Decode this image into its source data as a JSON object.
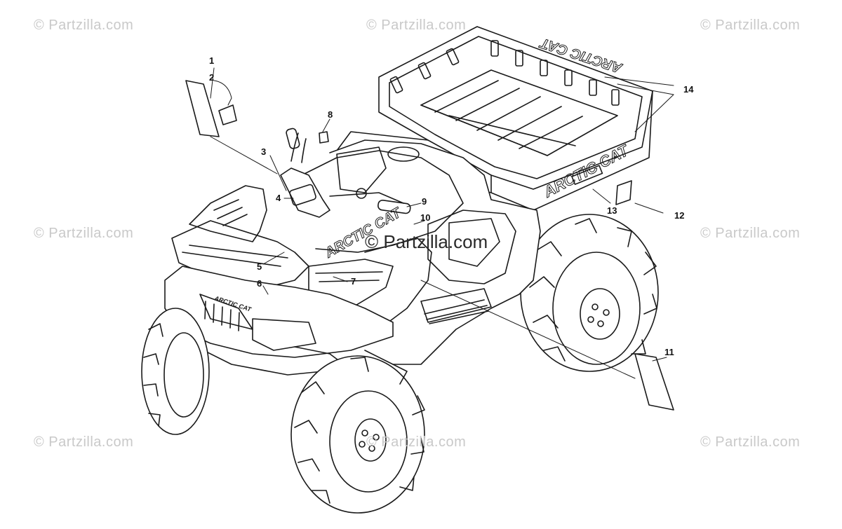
{
  "watermarks": {
    "top_left": "© Partzilla.com",
    "top_center": "© Partzilla.com",
    "top_right": "© Partzilla.com",
    "mid_left": "© Partzilla.com",
    "mid_right": "© Partzilla.com",
    "bottom_left": "© Partzilla.com",
    "bottom_center": "© Partzilla.com",
    "bottom_right": "© Partzilla.com",
    "center": "© Partzilla.com"
  },
  "decals": {
    "cargo_box_rear": "ARCTIC CAT",
    "cargo_box_side": "ARCTIC CAT",
    "tank_side": "ARCTIC CAT",
    "grille_badge": "ARCTIC CAT"
  },
  "callouts": [
    "1",
    "2",
    "3",
    "4",
    "5",
    "6",
    "7",
    "8",
    "9",
    "10",
    "11",
    "12",
    "13",
    "14"
  ],
  "colors": {
    "line": "#1a1a1a",
    "watermark": "#c9c9c9"
  }
}
